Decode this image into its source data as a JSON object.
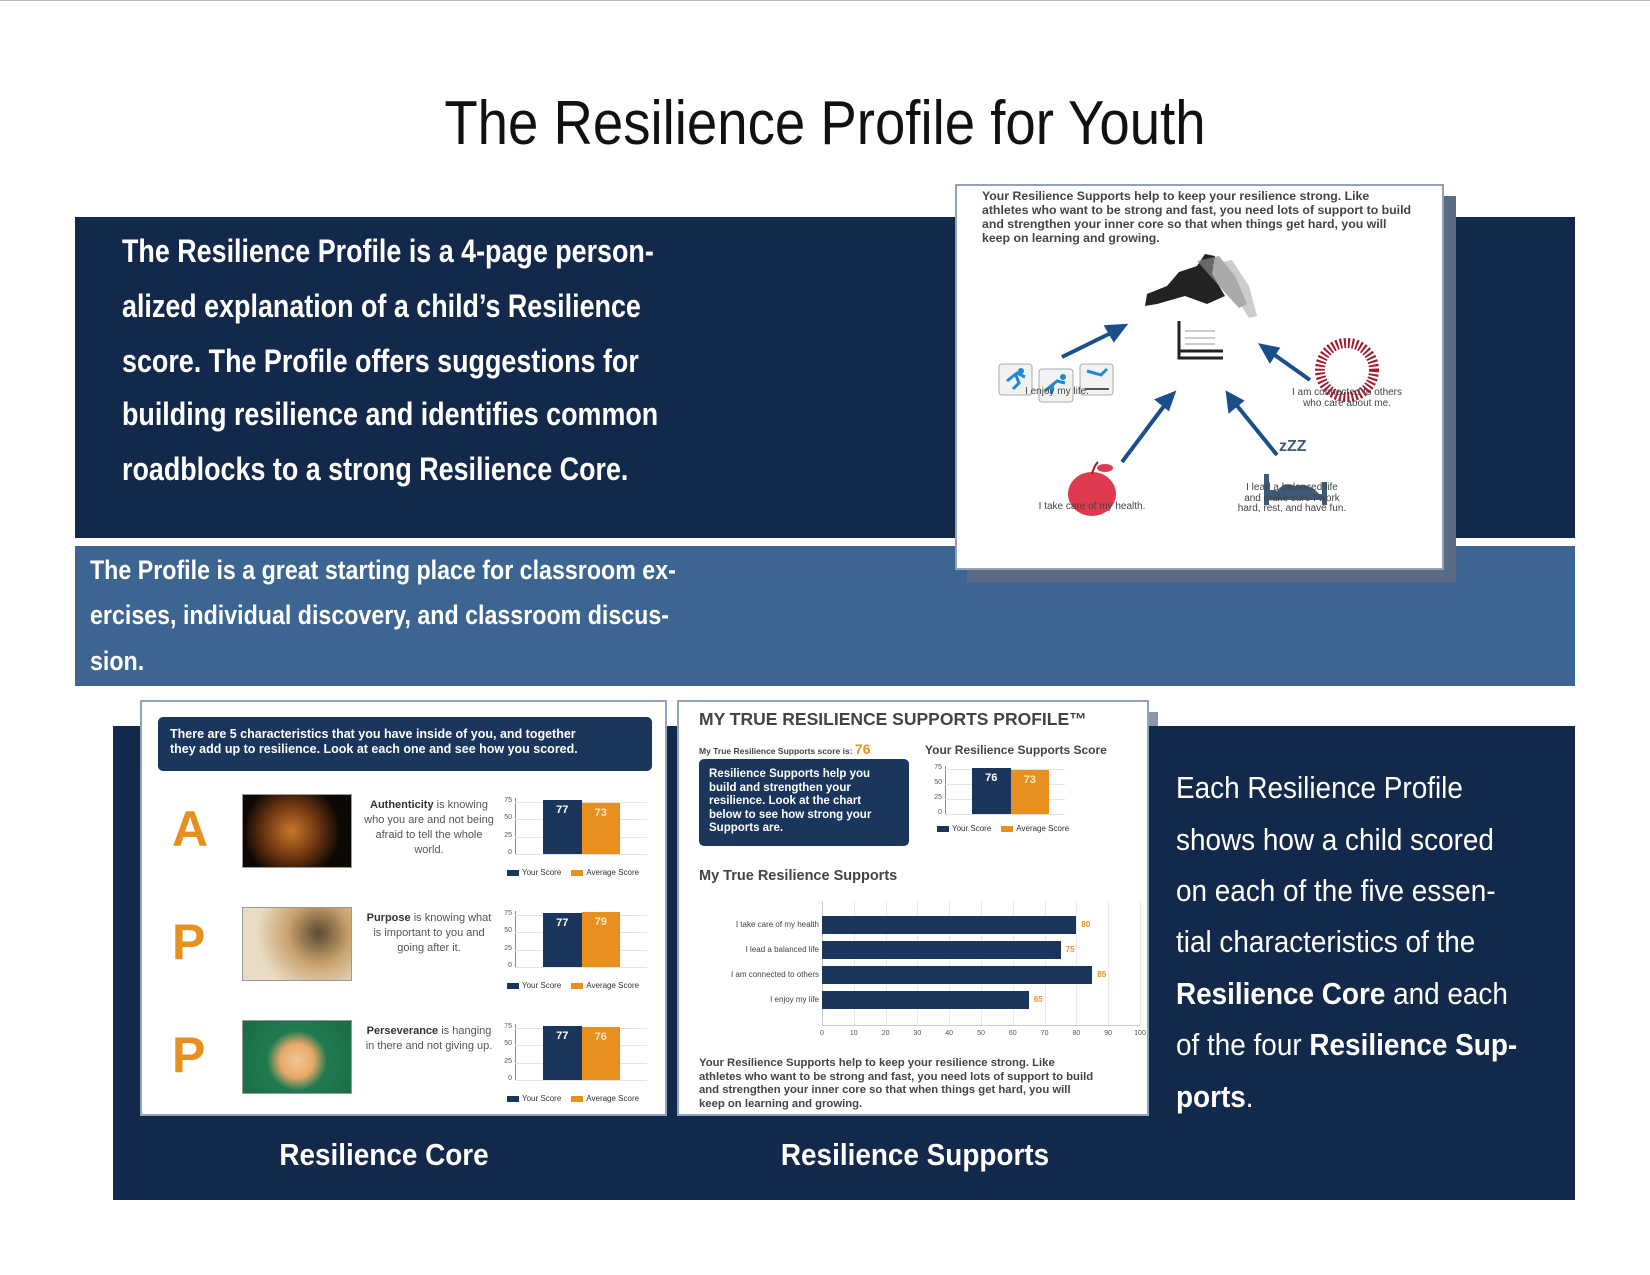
{
  "title": "The Resilience Profile for Youth",
  "intro_lines": [
    "The Resilience Profile is a  4-page  person-",
    "alized explanation of a child’s Resilience",
    "score. The Profile offers suggestions for",
    "building resilience and identifies common",
    "roadblocks to a strong Resilience Core."
  ],
  "band_lines": [
    "The Profile is a great starting place for classroom ex-",
    "ercises, individual discovery, and classroom discus-",
    "sion."
  ],
  "right_lines": [
    [
      {
        "t": "Each Resilience Profile",
        "b": false
      }
    ],
    [
      {
        "t": "shows how a child scored",
        "b": false
      }
    ],
    [
      {
        "t": "on each of the five essen-",
        "b": false
      }
    ],
    [
      {
        "t": "tial characteristics of the",
        "b": false
      }
    ],
    [
      {
        "t": "Resilience Core",
        "b": true
      },
      {
        "t": " and each",
        "b": false
      }
    ],
    [
      {
        "t": "of the four ",
        "b": false
      },
      {
        "t": "Resilience Sup-",
        "b": true
      }
    ],
    [
      {
        "t": "ports",
        "b": true
      },
      {
        "t": ".",
        "b": false
      }
    ]
  ],
  "captions": {
    "core": "Resilience Core",
    "supports": "Resilience Supports"
  },
  "supports_graphic": {
    "text_lines": [
      "Your Resilience Supports help to keep your resilience strong. Like",
      "athletes who want to be strong and fast, you need lots of support to build",
      "and strengthen your inner core so that when things get hard, you will",
      "keep on learning and growing."
    ],
    "enjoy": "I enjoy my life.",
    "connected": [
      "I am connected to others",
      "who care about me."
    ],
    "health": "I take care of my health.",
    "balanced": [
      "I lead a balanced life",
      "and make sure I work",
      "hard, rest, and have fun."
    ],
    "zzz": "zZZ"
  },
  "core_page": {
    "header": [
      "There are 5 characteristics that you have inside of you, and together",
      "they add up to resilience. Look at each one and see how you scored."
    ],
    "rows": [
      {
        "letter": "A",
        "term": "Authenticity",
        "desc": " is knowing who you are and not being afraid to tell the whole world."
      },
      {
        "letter": "P",
        "term": "Purpose",
        "desc": " is knowing what is important to you and going after it."
      },
      {
        "letter": "P",
        "term": "Perseverance",
        "desc": " is hanging in there and not giving up."
      }
    ],
    "legend": [
      "Your Score",
      "Average Score"
    ]
  },
  "supports_page": {
    "title": "MY TRUE RESILIENCE SUPPORTS PROFILE™",
    "score_label": "My True Resilience Supports score is:",
    "score": "76",
    "box_lines": [
      "Resilience Supports help you",
      "build and strengthen your",
      "resilience. Look at the chart",
      "below to see how strong your",
      "Supports are."
    ],
    "score_chart_title": "Your Resilience Supports Score",
    "supports_title": "My True Resilience Supports",
    "legend": [
      "Your Score",
      "Average Score"
    ],
    "footer_lines": [
      "Your Resilience Supports help to keep your resilience strong. Like",
      "athletes who want to be strong and fast, you need lots of support to build",
      "and strengthen your inner core so that when things get hard, you will",
      "keep on learning and growing."
    ]
  },
  "colors": {
    "navy": "#1b365d",
    "orange": "#e8901f",
    "dark_bg": "#13294b",
    "band": "#3d6591"
  },
  "chart_data": [
    {
      "type": "bar",
      "title": "Authenticity",
      "categories": [
        "Your Score",
        "Average Score"
      ],
      "values": [
        77,
        73
      ],
      "yticks": [
        0,
        25,
        50,
        75
      ],
      "ylim": [
        0,
        80
      ]
    },
    {
      "type": "bar",
      "title": "Purpose",
      "categories": [
        "Your Score",
        "Average Score"
      ],
      "values": [
        77,
        79
      ],
      "yticks": [
        0,
        25,
        50,
        75
      ],
      "ylim": [
        0,
        80
      ]
    },
    {
      "type": "bar",
      "title": "Perseverance",
      "categories": [
        "Your Score",
        "Average Score"
      ],
      "values": [
        77,
        76
      ],
      "yticks": [
        0,
        25,
        50,
        75
      ],
      "ylim": [
        0,
        80
      ]
    },
    {
      "type": "bar",
      "title": "Your Resilience Supports Score",
      "categories": [
        "Your Score",
        "Average Score"
      ],
      "values": [
        76,
        73
      ],
      "yticks": [
        0,
        25,
        50,
        75
      ],
      "ylim": [
        0,
        80
      ]
    },
    {
      "type": "bar",
      "orientation": "horizontal",
      "title": "My True Resilience Supports",
      "categories": [
        "I take care of my health",
        "I lead a balanced life",
        "I am connected to others",
        "I enjoy my life"
      ],
      "values": [
        80,
        75,
        85,
        65
      ],
      "xticks": [
        0,
        10,
        20,
        30,
        40,
        50,
        60,
        70,
        80,
        90,
        100
      ],
      "xlim": [
        0,
        100
      ]
    }
  ]
}
